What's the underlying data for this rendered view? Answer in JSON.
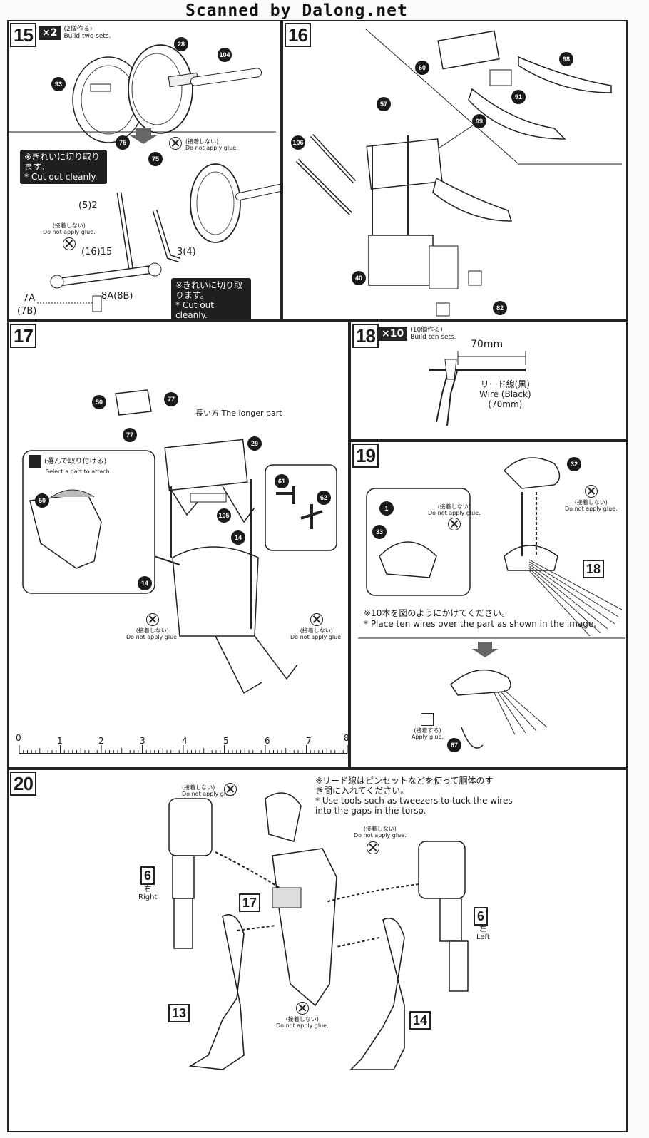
{
  "watermark": "Scanned by Dalong.net",
  "step15": {
    "number": "15",
    "multiplier": "×2",
    "mult_jp": "(2個作る)",
    "mult_en": "Build two sets.",
    "parts": [
      "28",
      "104",
      "93",
      "75",
      "75"
    ],
    "seq_a": "(5)2",
    "seq_b": "(16)15",
    "seq_c": "3(4)",
    "seq_d": "7A",
    "seq_e": "(7B)",
    "seq_f": "8A(8B)",
    "cut1_jp": "※きれいに切り取ります。",
    "cut1_en": "* Cut out cleanly.",
    "cut2_jp": "※きれいに切り取ります。",
    "cut2_en": "* Cut out cleanly.",
    "noglue1_jp": "(接着しない)",
    "noglue1_en": "Do not apply glue.",
    "noglue2_jp": "(接着しない)",
    "noglue2_en": "Do not apply glue."
  },
  "step16": {
    "number": "16",
    "parts": [
      "98",
      "60",
      "91",
      "99",
      "57",
      "106",
      "40",
      "82"
    ]
  },
  "step17": {
    "number": "17",
    "parts": [
      "50",
      "77",
      "77",
      "29",
      "61",
      "62",
      "105",
      "14",
      "14",
      "50"
    ],
    "longer_jp": "長い方",
    "longer_en": "The longer part",
    "select_jp": "(選んで取り付ける)",
    "select_en": "Select a part to attach.",
    "noglue_a_jp": "(接着しない)",
    "noglue_a_en": "Do not apply glue.",
    "noglue_b_jp": "(接着しない)",
    "noglue_b_en": "Do not apply glue."
  },
  "step18": {
    "number": "18",
    "multiplier": "×10",
    "mult_jp": "(10個作る)",
    "mult_en": "Build ten sets.",
    "length": "70mm",
    "wire_jp": "リード線(黒)",
    "wire_en": "Wire (Black)",
    "wire_len": "(70mm)"
  },
  "step19": {
    "number": "19",
    "parts": [
      "32",
      "1",
      "33",
      "67"
    ],
    "ref": "18",
    "noglue1_jp": "(接着しない)",
    "noglue1_en": "Do not apply glue.",
    "noglue2_jp": "(接着しない)",
    "noglue2_en": "Do not apply glue.",
    "note_jp": "※10本を図のようにかけてください。",
    "note_en": "* Place ten wires over the part as shown in the image.",
    "glue_jp": "(接着する)",
    "glue_en": "Apply glue."
  },
  "ruler": {
    "ticks": [
      "0",
      "1",
      "2",
      "3",
      "4",
      "5",
      "6",
      "7",
      "8"
    ]
  },
  "step20": {
    "number": "20",
    "note_jp": "※リード線はピンセットなどを使って胴体のすき間に入れてください。",
    "note_en": "* Use tools such as tweezers to tuck the wires into the gaps in the torso.",
    "noglue1_jp": "(接着しない)",
    "noglue1_en": "Do not apply glue.",
    "noglue2_jp": "(接着しない)",
    "noglue2_en": "Do not apply glue.",
    "noglue3_jp": "(接着しない)",
    "noglue3_en": "Do not apply glue.",
    "right_num": "6",
    "right_jp": "右",
    "right_en": "Right",
    "left_num": "6",
    "left_jp": "左",
    "left_en": "Left",
    "ref17": "17",
    "ref13": "13",
    "ref14": "14"
  }
}
